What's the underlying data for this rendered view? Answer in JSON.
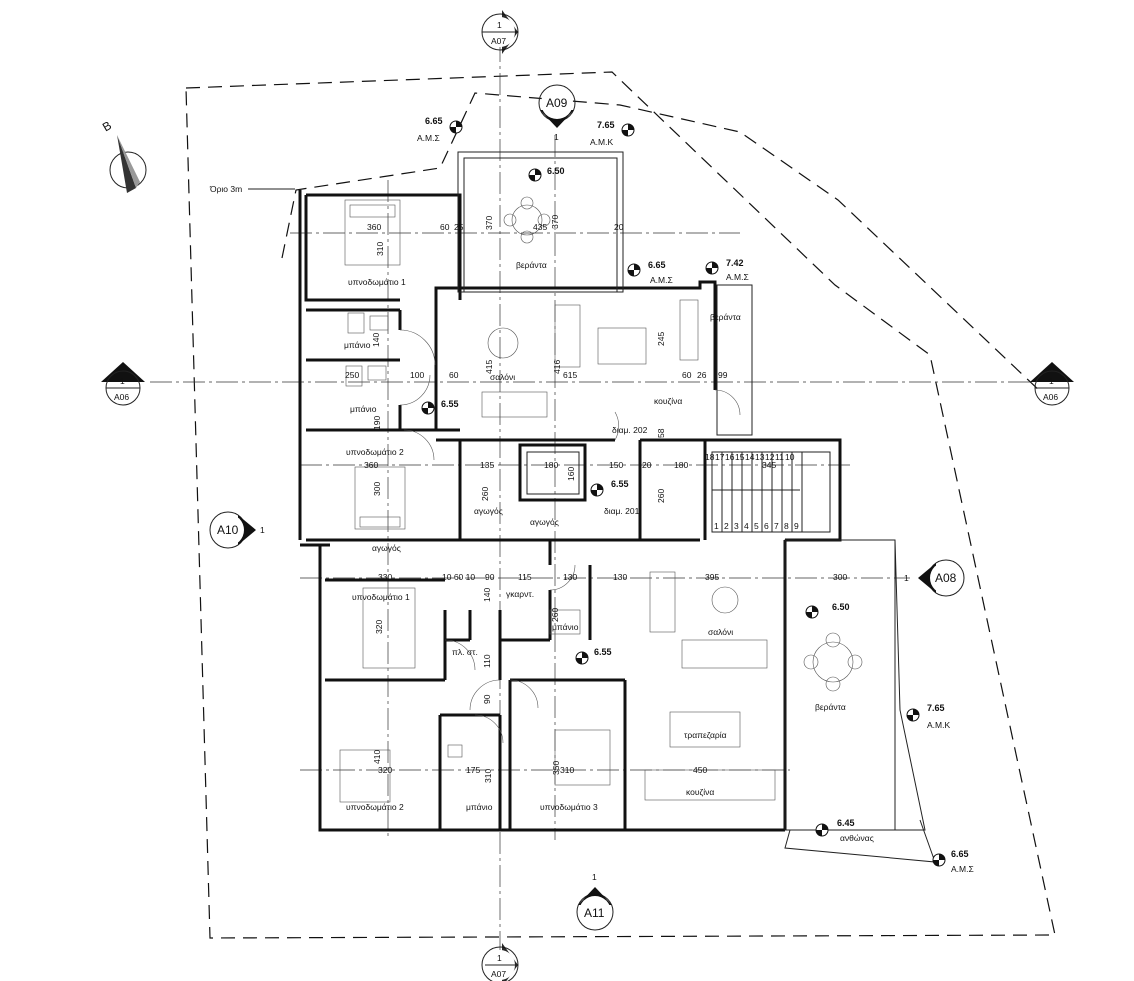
{
  "site": {
    "setback_label": "Όριο 3m"
  },
  "north": {
    "label": "B"
  },
  "section_markers": {
    "top": {
      "num": "1",
      "ref": "A07"
    },
    "bottom": {
      "num": "1",
      "ref": "A07"
    },
    "left": {
      "num": "1",
      "ref": "A06"
    },
    "right": {
      "num": "1",
      "ref": "A06"
    },
    "a09": {
      "num": "1",
      "ref": "A09"
    },
    "a10": {
      "num": "1",
      "ref": "A10"
    },
    "a08": {
      "num": "1",
      "ref": "A08"
    },
    "a11": {
      "num": "1",
      "ref": "A11"
    }
  },
  "levels": [
    {
      "id": "lvl1",
      "value": "6.65",
      "code": "Α.Μ.Σ"
    },
    {
      "id": "lvl2",
      "value": "7.65",
      "code": "Α.Μ.Κ"
    },
    {
      "id": "lvl3",
      "value": "6.50",
      "code": ""
    },
    {
      "id": "lvl4",
      "value": "6.65",
      "code": "Α.Μ.Σ"
    },
    {
      "id": "lvl5",
      "value": "7.42",
      "code": "Α.Μ.Σ"
    },
    {
      "id": "lvl6",
      "value": "6.55",
      "code": ""
    },
    {
      "id": "lvl7",
      "value": "6.55",
      "code": ""
    },
    {
      "id": "lvl8",
      "value": "6.50",
      "code": ""
    },
    {
      "id": "lvl9",
      "value": "6.55",
      "code": ""
    },
    {
      "id": "lvl10",
      "value": "7.65",
      "code": "Α.Μ.Κ"
    },
    {
      "id": "lvl11",
      "value": "6.45",
      "code": ""
    },
    {
      "id": "lvl12",
      "value": "6.65",
      "code": "Α.Μ.Σ"
    }
  ],
  "rooms": [
    {
      "id": "r1",
      "label": "υπνοδωμάτιο 1"
    },
    {
      "id": "r2",
      "label": "μπάνιο"
    },
    {
      "id": "r3",
      "label": "μπάνιο"
    },
    {
      "id": "r4",
      "label": "υπνοδωμάτιο 2"
    },
    {
      "id": "r5",
      "label": "βεράντα"
    },
    {
      "id": "r6",
      "label": "βεράντα"
    },
    {
      "id": "r7",
      "label": "σαλόνι"
    },
    {
      "id": "r8",
      "label": "κουζίνα"
    },
    {
      "id": "r9",
      "label": "διαμ. 202"
    },
    {
      "id": "r10",
      "label": "διαμ. 201"
    },
    {
      "id": "r11",
      "label": "αγωγός"
    },
    {
      "id": "r12",
      "label": "αγωγός"
    },
    {
      "id": "r13",
      "label": "αγωγός"
    },
    {
      "id": "r14",
      "label": "υπνοδωμάτιο 1"
    },
    {
      "id": "r15",
      "label": "γκαρντ."
    },
    {
      "id": "r16",
      "label": "μπάνιο"
    },
    {
      "id": "r17",
      "label": "πλ. στ."
    },
    {
      "id": "r18",
      "label": "σαλόνι"
    },
    {
      "id": "r19",
      "label": "τραπεζαρία"
    },
    {
      "id": "r20",
      "label": "βεράντα"
    },
    {
      "id": "r21",
      "label": "υπνοδωμάτιο 2"
    },
    {
      "id": "r22",
      "label": "μπάνιο"
    },
    {
      "id": "r23",
      "label": "υπνοδωμάτιο 3"
    },
    {
      "id": "r24",
      "label": "κουζίνα"
    },
    {
      "id": "r25",
      "label": "ανθώνας"
    }
  ],
  "dims": [
    {
      "id": "d1",
      "v": "360"
    },
    {
      "id": "d2",
      "v": "310"
    },
    {
      "id": "d3",
      "v": "60"
    },
    {
      "id": "d4",
      "v": "25"
    },
    {
      "id": "d5",
      "v": "370"
    },
    {
      "id": "d6",
      "v": "435"
    },
    {
      "id": "d7",
      "v": "370"
    },
    {
      "id": "d8",
      "v": "20"
    },
    {
      "id": "d9",
      "v": "415"
    },
    {
      "id": "d10",
      "v": "416"
    },
    {
      "id": "d11",
      "v": "615"
    },
    {
      "id": "d12",
      "v": "245"
    },
    {
      "id": "d13",
      "v": "250"
    },
    {
      "id": "d14",
      "v": "100"
    },
    {
      "id": "d15",
      "v": "60"
    },
    {
      "id": "d16",
      "v": "190"
    },
    {
      "id": "d17",
      "v": "140"
    },
    {
      "id": "d18",
      "v": "60"
    },
    {
      "id": "d19",
      "v": "26"
    },
    {
      "id": "d20",
      "v": "99"
    },
    {
      "id": "d21",
      "v": "360"
    },
    {
      "id": "d22",
      "v": "300"
    },
    {
      "id": "d23",
      "v": "135"
    },
    {
      "id": "d24",
      "v": "260"
    },
    {
      "id": "d25",
      "v": "180"
    },
    {
      "id": "d26",
      "v": "160"
    },
    {
      "id": "d27",
      "v": "150"
    },
    {
      "id": "d28",
      "v": "20"
    },
    {
      "id": "d29",
      "v": "180"
    },
    {
      "id": "d30",
      "v": "345"
    },
    {
      "id": "d31",
      "v": "260"
    },
    {
      "id": "d32",
      "v": "58"
    },
    {
      "id": "d33",
      "v": "330"
    },
    {
      "id": "d34",
      "v": "10 60 10"
    },
    {
      "id": "d35",
      "v": "90"
    },
    {
      "id": "d36",
      "v": "115"
    },
    {
      "id": "d37",
      "v": "130"
    },
    {
      "id": "d38",
      "v": "130"
    },
    {
      "id": "d39",
      "v": "395"
    },
    {
      "id": "d40",
      "v": "300"
    },
    {
      "id": "d41",
      "v": "320"
    },
    {
      "id": "d42",
      "v": "410"
    },
    {
      "id": "d43",
      "v": "320"
    },
    {
      "id": "d44",
      "v": "175"
    },
    {
      "id": "d45",
      "v": "310"
    },
    {
      "id": "d46",
      "v": "350"
    },
    {
      "id": "d47",
      "v": "310"
    },
    {
      "id": "d48",
      "v": "450"
    },
    {
      "id": "d49",
      "v": "140"
    },
    {
      "id": "d50",
      "v": "260"
    },
    {
      "id": "d51",
      "v": "110"
    },
    {
      "id": "d52",
      "v": "90"
    }
  ],
  "stairs": {
    "up": [
      "1",
      "2",
      "3",
      "4",
      "5",
      "6",
      "7",
      "8",
      "9"
    ],
    "down": [
      "18",
      "17",
      "16",
      "15",
      "14",
      "13",
      "12",
      "11",
      "10"
    ]
  }
}
